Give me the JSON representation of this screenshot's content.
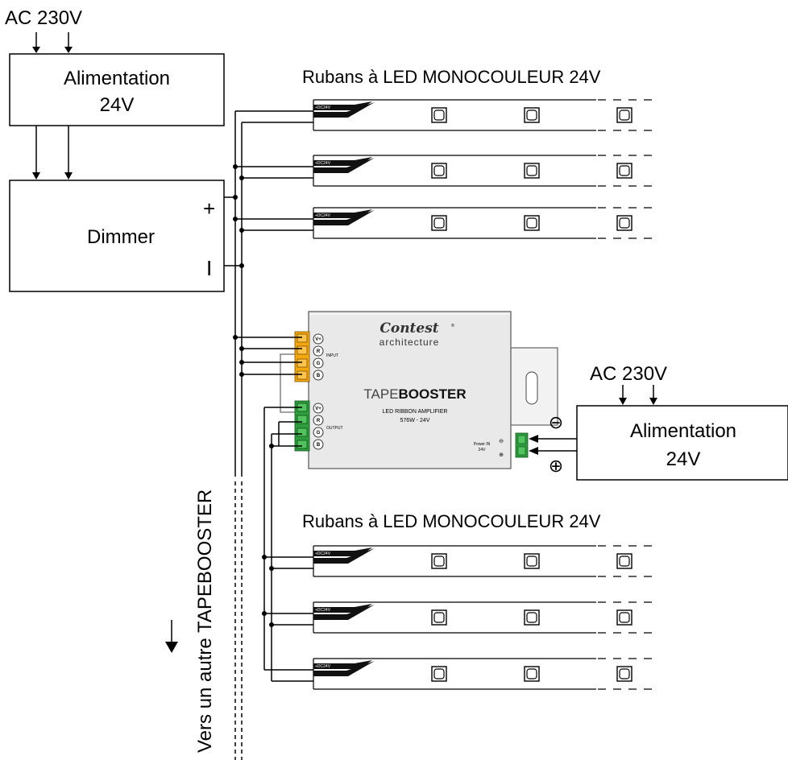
{
  "supply_top": {
    "ac_label": "AC 230V",
    "psu_line1": "Alimentation",
    "psu_line2": "24V"
  },
  "dimmer": {
    "label": "Dimmer",
    "plus": "+",
    "minus": "I"
  },
  "strips_top": {
    "title": "Rubans à LED MONOCOULEUR 24V",
    "strip_tag": "+DC24V",
    "count": 3
  },
  "strips_bottom": {
    "title": "Rubans à LED MONOCOULEUR 24V",
    "strip_tag": "+DC24V",
    "count": 3
  },
  "booster": {
    "brand": "Contest",
    "brand_reg": "®",
    "brand_sub": "architecture",
    "name_light": "TAPE",
    "name_bold": "BOOSTER",
    "sub1": "LED RIBBON AMPLIFIER",
    "sub2": "576W - 24V",
    "input_label": "INPUT",
    "output_label": "OUTPUT",
    "pins": [
      "V+",
      "R",
      "G",
      "B"
    ],
    "power_in_1": "Power IN",
    "power_in_2": "24V",
    "minus_glyph": "⊖",
    "plus_glyph": "⊕"
  },
  "supply_right": {
    "ac_label": "AC 230V",
    "psu_line1": "Alimentation",
    "psu_line2": "24V",
    "minus": "⊖",
    "plus": "⊕"
  },
  "continuation": {
    "label": "Vers un autre TAPEBOOSTER"
  },
  "colors": {
    "input_terminal": "#f5a70f",
    "output_terminal": "#2e9d3e",
    "booster_body": "#e9e9e9"
  }
}
